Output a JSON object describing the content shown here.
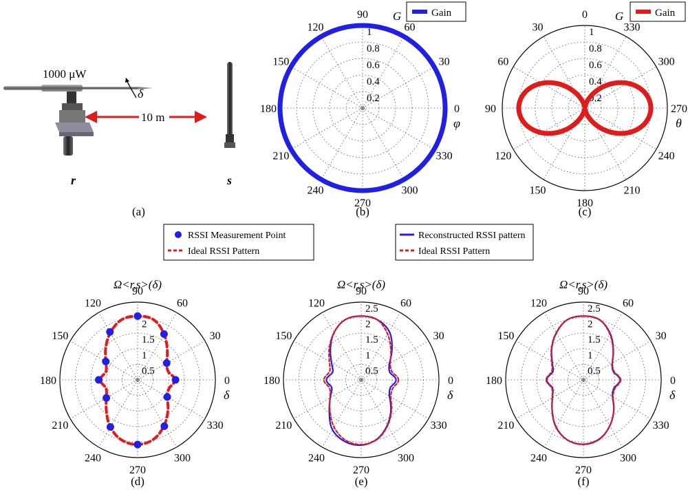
{
  "panel_a": {
    "power_label": "1000 μW",
    "distance_label": "10 m",
    "angle_symbol": "δ",
    "receiver_label": "r",
    "sender_label": "s",
    "caption": "(a)"
  },
  "legend_d": {
    "point_label": "RSSI Measurement Point",
    "ideal_label": "Ideal RSSI Pattern"
  },
  "legend_ef": {
    "recon_label": "Reconstructed RSSI pattern",
    "ideal_label": "Ideal RSSI Pattern"
  },
  "colors": {
    "blue": "#1f1fe6",
    "red": "#e01b1b",
    "grid": "#555555"
  },
  "chart_data": [
    {
      "id": "b",
      "type": "line",
      "caption": "(b)",
      "radial_title": "G",
      "angle_label": "φ",
      "rlim": [
        0,
        1
      ],
      "rticks": [
        "0.2",
        "0.4",
        "0.6",
        "0.8",
        "1"
      ],
      "angle_ticks": [
        "0",
        "30",
        "60",
        "90",
        "120",
        "150",
        "180",
        "210",
        "240",
        "270",
        "300",
        "330"
      ],
      "orientation": "ccw_from_right",
      "legend": "Gain",
      "series": [
        {
          "name": "Gain",
          "color": "#1f1fe6",
          "pattern": "omni",
          "value": 1.0
        }
      ]
    },
    {
      "id": "c",
      "type": "line",
      "caption": "(c)",
      "radial_title": "G",
      "angle_label": "θ",
      "rlim": [
        0,
        1
      ],
      "rticks": [
        "0.2",
        "0.4",
        "0.6",
        "0.8",
        "1"
      ],
      "angle_ticks": [
        "0",
        "30",
        "60",
        "90",
        "120",
        "150",
        "180",
        "210",
        "240",
        "270",
        "300",
        "330"
      ],
      "orientation": "cw_from_top",
      "legend": "Gain",
      "series": [
        {
          "name": "Gain",
          "color": "#e01b1b",
          "pattern": "sin_squared",
          "peak": 0.8
        }
      ]
    },
    {
      "id": "d",
      "type": "line",
      "caption": "(d)",
      "radial_title": "Ω<r,s>(δ)",
      "angle_label": "δ",
      "rlim": [
        0,
        2.5
      ],
      "rticks": [
        "0.5",
        "1",
        "1.5",
        "2"
      ],
      "angle_ticks": [
        "0",
        "30",
        "60",
        "90",
        "120",
        "150",
        "180",
        "210",
        "240",
        "270",
        "300",
        "330"
      ],
      "orientation": "ccw_from_right",
      "series": [
        {
          "name": "Ideal RSSI Pattern",
          "color": "#e01b1b",
          "angles": [
            0,
            15,
            30,
            45,
            60,
            75,
            90,
            105,
            120,
            135,
            150,
            165,
            180,
            195,
            210,
            225,
            240,
            255,
            270,
            285,
            300,
            315,
            330,
            345
          ],
          "values": [
            1.2,
            1.02,
            1.08,
            1.35,
            1.7,
            2.0,
            2.05,
            2.0,
            1.75,
            1.45,
            1.18,
            1.05,
            1.2,
            1.05,
            1.16,
            1.42,
            1.75,
            2.0,
            2.08,
            1.98,
            1.7,
            1.38,
            1.1,
            1.05
          ]
        },
        {
          "name": "RSSI Measurement Point",
          "color": "#1f1fe6",
          "angles": [
            0,
            30,
            60,
            90,
            120,
            150,
            180,
            210,
            240,
            270,
            300,
            330
          ],
          "values": [
            1.22,
            1.08,
            1.7,
            2.05,
            1.78,
            1.18,
            1.25,
            1.16,
            1.75,
            2.08,
            1.72,
            1.1
          ]
        }
      ]
    },
    {
      "id": "e",
      "type": "line",
      "caption": "(e)",
      "radial_title": "Ω<r,s>(δ)",
      "angle_label": "δ",
      "rlim": [
        0,
        2.5
      ],
      "rticks": [
        "0.5",
        "1",
        "1.5",
        "2",
        "2.5"
      ],
      "angle_ticks": [
        "0",
        "30",
        "60",
        "90",
        "120",
        "150",
        "180",
        "210",
        "240",
        "270",
        "300",
        "330"
      ],
      "orientation": "ccw_from_right",
      "series": [
        {
          "name": "Reconstructed RSSI pattern",
          "color": "#1f1fe6",
          "angles": [
            0,
            15,
            30,
            45,
            60,
            75,
            90,
            105,
            120,
            135,
            150,
            165,
            180,
            195,
            210,
            225,
            240,
            255,
            270,
            285,
            300,
            315,
            330,
            345
          ],
          "values": [
            1.12,
            0.95,
            1.05,
            1.4,
            1.8,
            2.0,
            2.05,
            2.0,
            1.75,
            1.4,
            1.1,
            0.95,
            1.12,
            0.98,
            1.15,
            1.45,
            1.85,
            2.05,
            2.1,
            1.97,
            1.68,
            1.35,
            1.05,
            0.97
          ]
        },
        {
          "name": "Ideal RSSI Pattern",
          "color": "#e01b1b",
          "angles": [
            0,
            15,
            30,
            45,
            60,
            75,
            90,
            105,
            120,
            135,
            150,
            165,
            180,
            195,
            210,
            225,
            240,
            255,
            270,
            285,
            300,
            315,
            330,
            345
          ],
          "values": [
            1.2,
            1.02,
            1.08,
            1.35,
            1.7,
            2.0,
            2.05,
            2.0,
            1.75,
            1.45,
            1.18,
            1.05,
            1.2,
            1.05,
            1.16,
            1.42,
            1.75,
            2.0,
            2.08,
            1.98,
            1.7,
            1.38,
            1.1,
            1.05
          ]
        }
      ]
    },
    {
      "id": "f",
      "type": "line",
      "caption": "(f)",
      "radial_title": "Ω<r,s>(δ)",
      "angle_label": "δ",
      "rlim": [
        0,
        2.5
      ],
      "rticks": [
        "0.5",
        "1",
        "1.5",
        "2",
        "2.5"
      ],
      "angle_ticks": [
        "0",
        "30",
        "60",
        "90",
        "120",
        "150",
        "180",
        "210",
        "240",
        "270",
        "300",
        "330"
      ],
      "orientation": "ccw_from_right",
      "series": [
        {
          "name": "Reconstructed RSSI pattern",
          "color": "#1f1fe6",
          "angles": [
            0,
            15,
            30,
            45,
            60,
            75,
            90,
            105,
            120,
            135,
            150,
            165,
            180,
            195,
            210,
            225,
            240,
            255,
            270,
            285,
            300,
            315,
            330,
            345
          ],
          "values": [
            1.18,
            1.0,
            1.07,
            1.36,
            1.72,
            2.0,
            2.05,
            2.0,
            1.74,
            1.44,
            1.16,
            1.02,
            1.18,
            1.03,
            1.15,
            1.42,
            1.76,
            2.0,
            2.07,
            1.97,
            1.7,
            1.38,
            1.08,
            1.02
          ]
        },
        {
          "name": "Ideal RSSI Pattern",
          "color": "#e01b1b",
          "angles": [
            0,
            15,
            30,
            45,
            60,
            75,
            90,
            105,
            120,
            135,
            150,
            165,
            180,
            195,
            210,
            225,
            240,
            255,
            270,
            285,
            300,
            315,
            330,
            345
          ],
          "values": [
            1.2,
            1.02,
            1.08,
            1.35,
            1.7,
            2.0,
            2.05,
            2.0,
            1.75,
            1.45,
            1.18,
            1.05,
            1.2,
            1.05,
            1.16,
            1.42,
            1.75,
            2.0,
            2.08,
            1.98,
            1.7,
            1.38,
            1.1,
            1.05
          ]
        }
      ]
    }
  ]
}
